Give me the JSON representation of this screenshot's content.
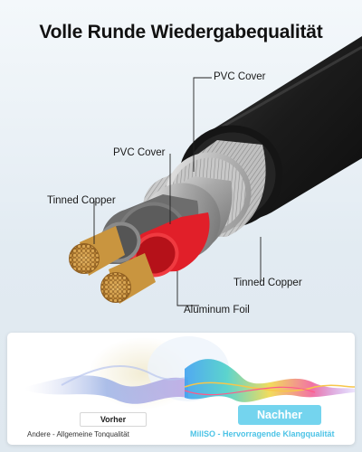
{
  "headline": "Volle Runde Wiedergabequalität",
  "callouts": {
    "outer_cover": "PVC Cover",
    "inner_cover": "PVC Cover",
    "tinned_copper_left": "Tinned Copper",
    "tinned_copper_right": "Tinned Copper",
    "aluminum_foil": "Aluminum Foil"
  },
  "comparison": {
    "before_label": "Vorher",
    "after_label": "Nachher",
    "before_caption": "Andere - Allgemeine Tonqualität",
    "after_caption": "MillSO - Hervorragende Klangqualität"
  },
  "colors": {
    "outer_jacket": "#1c1c1c",
    "inner_red": "#e8202a",
    "inner_gray": "#6e6e6e",
    "copper": "#c99a4a",
    "after_accent": "#74d4ee"
  }
}
